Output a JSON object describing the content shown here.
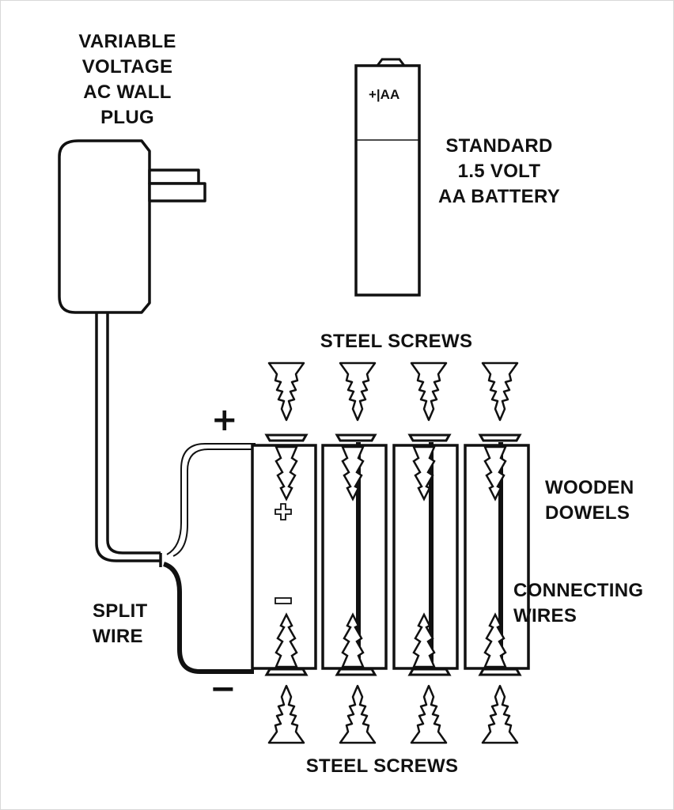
{
  "labels": {
    "wall_plug": [
      "VARIABLE",
      "VOLTAGE",
      "AC WALL",
      "PLUG"
    ],
    "battery": [
      "STANDARD",
      "1.5 VOLT",
      "AA BATTERY"
    ],
    "battery_marking": "+|AA",
    "steel_screws_top": "STEEL SCREWS",
    "steel_screws_bottom": "STEEL SCREWS",
    "wooden_dowels": [
      "WOODEN",
      "DOWELS"
    ],
    "connecting_wires": [
      "CONNECTING",
      "WIRES"
    ],
    "split_wire": [
      "SPLIT",
      "WIRE"
    ],
    "plus_sign": "+",
    "minus_sign": "−"
  },
  "colors": {
    "ink": "#111111",
    "paper": "#ffffff",
    "frame": "#d8d8d8"
  },
  "icons": {
    "screw": "wood-screw-icon",
    "polarity_plus": "plus-outline-icon",
    "polarity_minus": "minus-outline-icon"
  }
}
